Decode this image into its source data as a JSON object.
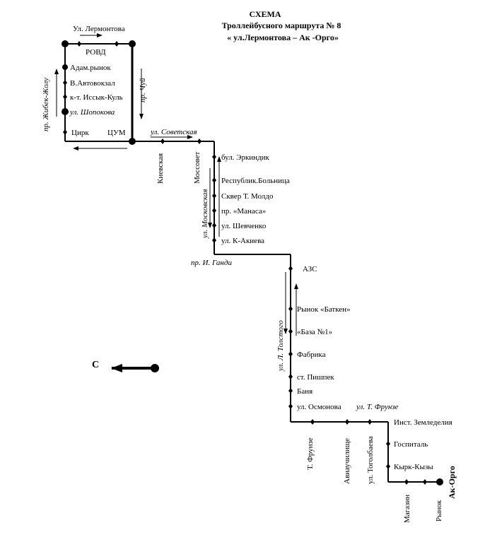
{
  "title": {
    "line1": "СХЕМА",
    "line2": "Троллейбусного  маршрута  № 8",
    "line3": "« ул.Лермонтова – Ак -Орго»"
  },
  "streets": {
    "lermontova": "Ул. Лермонтова",
    "zhibek_zholu": "пр. Жибек-Жолу",
    "chui": "пр. Чуй",
    "sovetskaya": "ул. Советская",
    "kievskaya": "Киевская",
    "mossovet": "Моссовет",
    "moskovskaya": "ул. Московская",
    "gandi": "пр. И. Ганди",
    "tolstogo": "ул. Л. Толстого",
    "t_frunze_street": "ул. Т. Фрунзе",
    "t_frunze": "Т. Фрунзе",
    "aviauchilishe": "Авиаучилище",
    "togolbaeva": "ул. Тоголбаева",
    "magazin": "Магазин",
    "rynok": "Рынок"
  },
  "stops": {
    "rovd": "РОВД",
    "adam_rynok": "Адам.рынок",
    "avtovokzal": "В.Автовокзал",
    "issyk_kul": "к-т. Иссык-Куль",
    "shopokova": "ул. Шопокова",
    "tsirk": "Цирк",
    "tsum": "ЦУМ",
    "erkindik": "бул. Эркиндик",
    "bolnitsa": "Республик.Больница",
    "skver": "Сквер Т. Молдо",
    "manasa": "пр. «Манаса»",
    "shevchenko": "ул. Шевченко",
    "akieva": "ул. К-Акиева",
    "azs": "АЗС",
    "batken": "Рынок «Баткен»",
    "baza": "«База №1»",
    "fabrika": "Фабрика",
    "pishpek": "ст. Пишпек",
    "banya": "Баня",
    "osmonova": "ул. Осмонова",
    "zemledeliya": "Инст. Земледелия",
    "gospital": "Госпиталь",
    "kyrk_kyzy": "Кырк-Кызы",
    "ak_orgo": "Ак-Орго"
  },
  "compass": {
    "label": "С"
  }
}
